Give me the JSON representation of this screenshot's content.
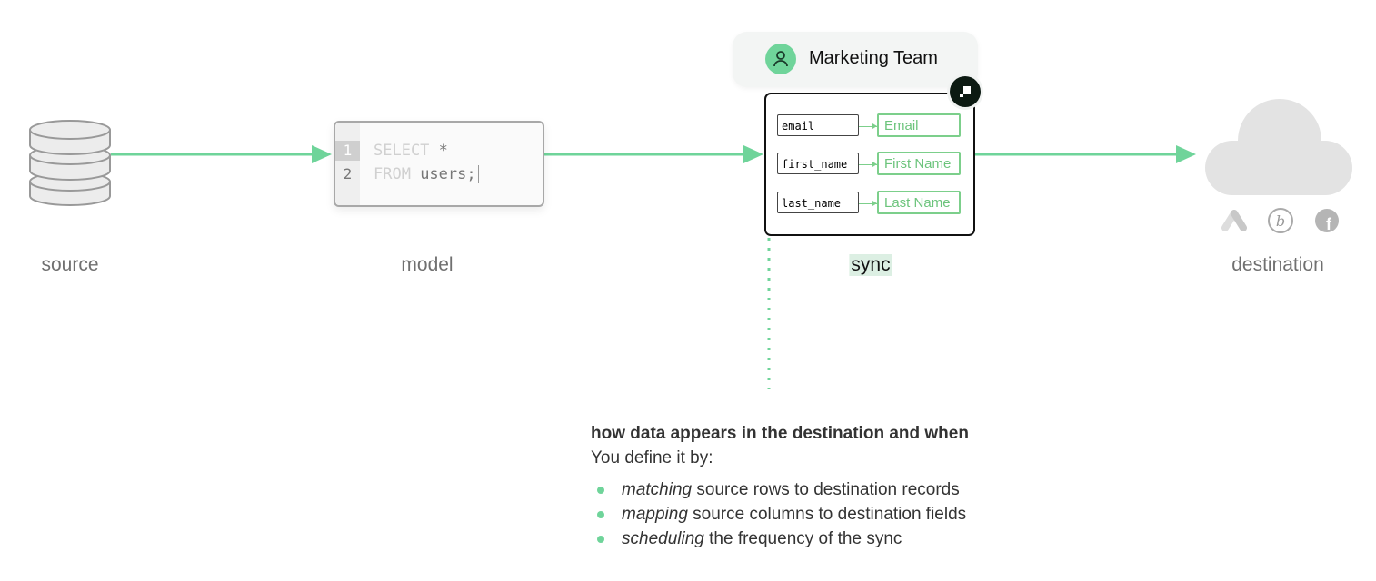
{
  "stages": {
    "source": "source",
    "model": "model",
    "sync": "sync",
    "destination": "destination"
  },
  "model": {
    "lines": [
      {
        "num": "1",
        "kw": "SELECT",
        "rest": " *"
      },
      {
        "num": "2",
        "kw": "FROM",
        "rest": " users;"
      }
    ]
  },
  "sync": {
    "team": "Marketing Team",
    "mappings": [
      {
        "source": "email",
        "destination": "Email"
      },
      {
        "source": "first_name",
        "destination": "First Name"
      },
      {
        "source": "last_name",
        "destination": "Last Name"
      }
    ]
  },
  "destination_icons": [
    "google-ads-icon",
    "braze-icon",
    "facebook-icon"
  ],
  "description": {
    "heading": "how data appears in the destination and when",
    "intro": "You define it by:",
    "bullets": [
      {
        "em": "matching",
        "rest": " source rows to destination records"
      },
      {
        "em": "mapping",
        "rest": " source columns to destination fields"
      },
      {
        "em": "scheduling",
        "rest": " the frequency of the sync"
      }
    ]
  },
  "colors": {
    "accent": "#6fd49a",
    "field_green": "#6cc47c",
    "muted": "#707070"
  }
}
